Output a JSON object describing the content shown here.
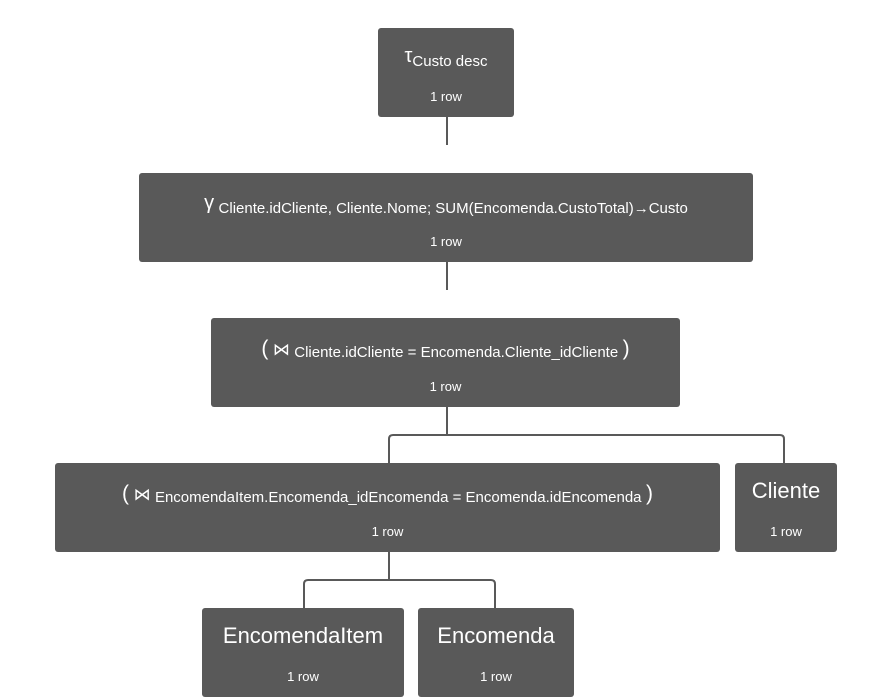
{
  "nodes": {
    "sort": {
      "operator": "τ",
      "expression": "Custo desc",
      "rows": "1 row"
    },
    "group": {
      "operator": "γ",
      "expression": "Cliente.idCliente, Cliente.Nome; SUM(Encomenda.CustoTotal)→Custo",
      "rows": "1 row"
    },
    "join_outer": {
      "open_paren": "(",
      "operator": "⋈",
      "expression": "Cliente.idCliente = Encomenda.Cliente_idCliente",
      "close_paren": ")",
      "rows": "1 row"
    },
    "join_inner": {
      "open_paren": "(",
      "operator": "⋈",
      "expression": "EncomendaItem.Encomenda_idEncomenda = Encomenda.idEncomenda",
      "close_paren": ")",
      "rows": "1 row"
    },
    "cliente": {
      "label": "Cliente",
      "rows": "1 row"
    },
    "encomenda_item": {
      "label": "EncomendaItem",
      "rows": "1 row"
    },
    "encomenda": {
      "label": "Encomenda",
      "rows": "1 row"
    }
  }
}
